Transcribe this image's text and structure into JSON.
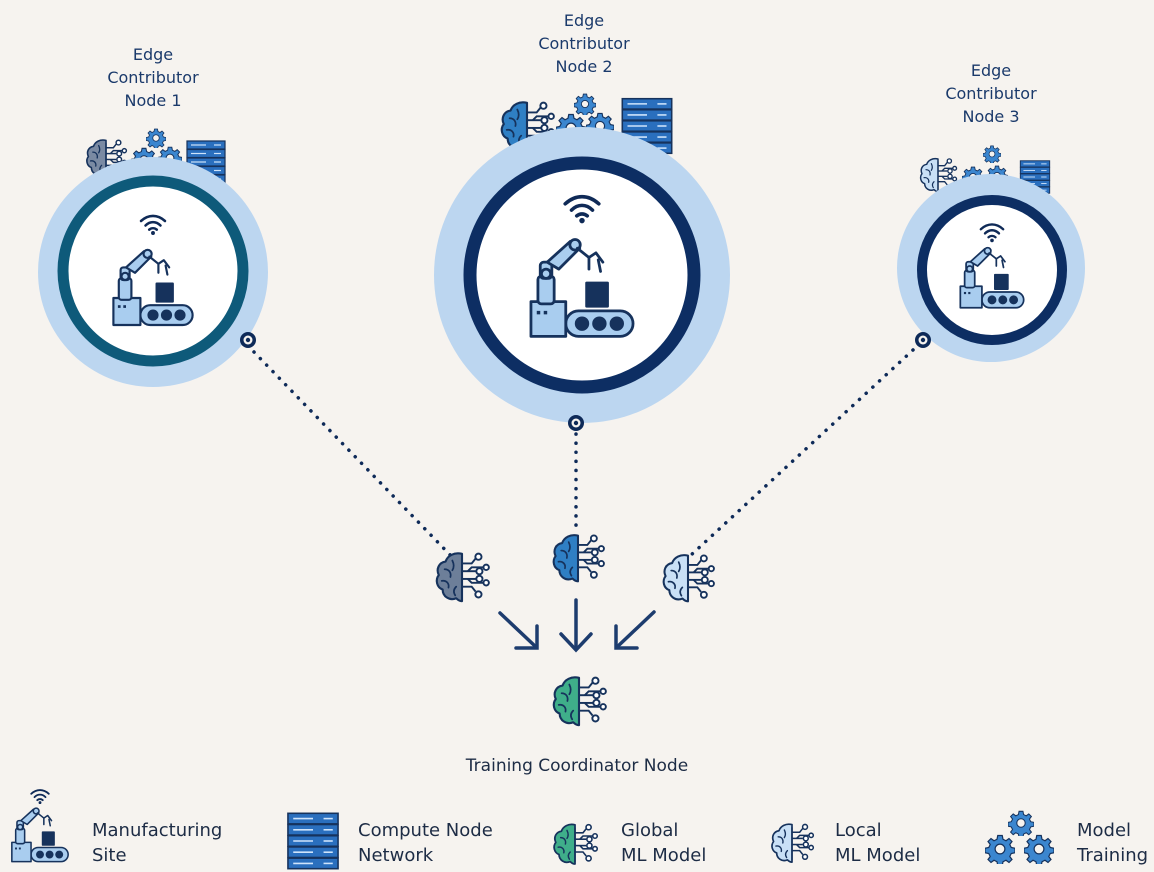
{
  "colors": {
    "background": "#f6f3ef",
    "ring_outer": "#bcd6f0",
    "ring_node1": "#0e5a7a",
    "ring_dark": "#0d2e63",
    "brain_local_grey": "#6d7f99",
    "brain_local_blue": "#2f7fc4",
    "brain_local_light": "#c9e0f6",
    "brain_global": "#3fae8a",
    "gear": "#3b86cf",
    "server": "#2a6fbe",
    "arrow": "#1d3c6e"
  },
  "nodes": [
    {
      "label_lines": [
        "Edge",
        "Contributor",
        "Node 1"
      ],
      "icons": [
        "brain-icon",
        "gear-icon",
        "server-rack-icon",
        "wifi-icon",
        "robot-arm-icon"
      ]
    },
    {
      "label_lines": [
        "Edge",
        "Contributor",
        "Node 2"
      ],
      "icons": [
        "brain-icon",
        "gear-icon",
        "server-rack-icon",
        "wifi-icon",
        "robot-arm-icon"
      ]
    },
    {
      "label_lines": [
        "Edge",
        "Contributor",
        "Node 3"
      ],
      "icons": [
        "brain-icon",
        "gear-icon",
        "server-rack-icon",
        "wifi-icon",
        "robot-arm-icon"
      ]
    }
  ],
  "coordinator": {
    "label": "Training Coordinator Node"
  },
  "legend": [
    {
      "icon": "manufacturing-site-icon",
      "lines": [
        "Manufacturing",
        "Site"
      ]
    },
    {
      "icon": "server-rack-icon",
      "lines": [
        "Compute Node",
        "Network"
      ]
    },
    {
      "icon": "global-brain-icon",
      "lines": [
        "Global",
        "ML Model"
      ]
    },
    {
      "icon": "local-brain-icon",
      "lines": [
        "Local",
        "ML Model"
      ]
    },
    {
      "icon": "gears-icon",
      "lines": [
        "Model",
        "Training"
      ]
    }
  ]
}
